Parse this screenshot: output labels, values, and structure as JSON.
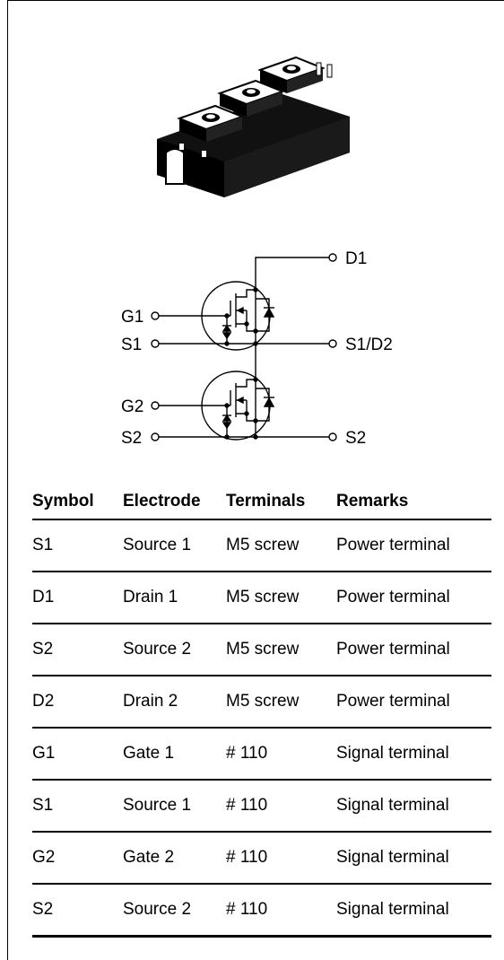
{
  "schematic": {
    "labels": {
      "d1": "D1",
      "g1": "G1",
      "s1": "S1",
      "s1d2": "S1/D2",
      "g2": "G2",
      "s2_left": "S2",
      "s2_right": "S2"
    }
  },
  "table": {
    "headers": [
      "Symbol",
      "Electrode",
      "Terminals",
      "Remarks"
    ],
    "rows": [
      [
        "S1",
        "Source 1",
        "M5 screw",
        "Power terminal"
      ],
      [
        "D1",
        "Drain 1",
        "M5 screw",
        "Power terminal"
      ],
      [
        "S2",
        "Source 2",
        "M5 screw",
        "Power terminal"
      ],
      [
        "D2",
        "Drain 2",
        "M5 screw",
        "Power terminal"
      ],
      [
        "G1",
        "Gate 1",
        "# 110",
        "Signal terminal"
      ],
      [
        "S1",
        "Source 1",
        "# 110",
        "Signal terminal"
      ],
      [
        "G2",
        "Gate 2",
        "# 110",
        "Signal terminal"
      ],
      [
        "S2",
        "Source 2",
        "# 110",
        "Signal terminal"
      ]
    ]
  }
}
